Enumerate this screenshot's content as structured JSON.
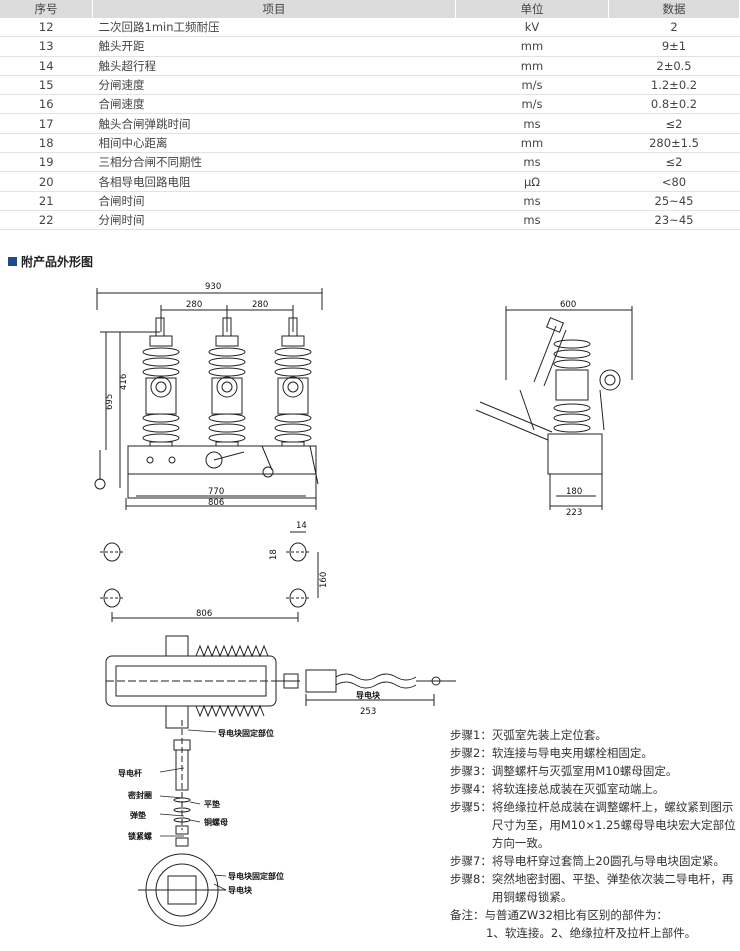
{
  "table": {
    "headers": [
      "序号",
      "项目",
      "单位",
      "数据"
    ],
    "rows": [
      [
        "12",
        "二次回路1min工频耐压",
        "kV",
        "2"
      ],
      [
        "13",
        "触头开距",
        "mm",
        "9±1"
      ],
      [
        "14",
        "触头超行程",
        "mm",
        "2±0.5"
      ],
      [
        "15",
        "分闸速度",
        "m/s",
        "1.2±0.2"
      ],
      [
        "16",
        "合闸速度",
        "m/s",
        "0.8±0.2"
      ],
      [
        "17",
        "触头合闸弹跳时间",
        "ms",
        "≤2"
      ],
      [
        "18",
        "相间中心距离",
        "mm",
        "280±1.5"
      ],
      [
        "19",
        "三相分合闸不同期性",
        "ms",
        "≤2"
      ],
      [
        "20",
        "各相导电回路电阻",
        "μΩ",
        "<80"
      ],
      [
        "21",
        "合闸时间",
        "ms",
        "25~45"
      ],
      [
        "22",
        "分闸时间",
        "ms",
        "23~45"
      ]
    ]
  },
  "section_title": "附产品外形图",
  "drawing": {
    "dims": {
      "d930": "930",
      "d280a": "280",
      "d280b": "280",
      "d416": "416",
      "d695": "695",
      "d770": "770",
      "d806a": "806",
      "d600": "600",
      "d180": "180",
      "d223": "223",
      "d14": "14",
      "d18": "18",
      "d160": "160",
      "d806b": "806",
      "d253": "253"
    },
    "parts": {
      "conductor_block_top": "导电块",
      "fixed_position": "导电块固定部位",
      "conductor_rod": "导电杆",
      "sealing_ring": "密封圈",
      "flat_washer": "平垫",
      "spring_washer": "弹垫",
      "copper_nut": "铜螺母",
      "lock_nut": "锁紧螺",
      "fixed_position_2": "导电块固定部位",
      "conductor_block_bottom": "导电块"
    }
  },
  "steps": [
    {
      "k": "步骤1：",
      "v": "灭弧室先装上定位套。"
    },
    {
      "k": "步骤2：",
      "v": "软连接与导电夹用螺栓相固定。"
    },
    {
      "k": "步骤3：",
      "v": "调整螺杆与灭弧室用M10螺母固定。"
    },
    {
      "k": "步骤4：",
      "v": "将软连接总成装在灭弧室动端上。"
    },
    {
      "k": "步骤5：",
      "v": "将绝缘拉杆总成装在调整螺杆上，螺纹紧到图示尺寸为至，用M10×1.25螺母导电块宏大定部位方向一致。"
    },
    {
      "k": "步骤7：",
      "v": "将导电杆穿过套筒上20圆孔与导电块固定紧。"
    },
    {
      "k": "步骤8：",
      "v": "突然地密封圈、平垫、弹垫依次装二导电杆，再用铜螺母锁紧。"
    },
    {
      "k": "备注：",
      "v": "与普通ZW32相比有区别的部件为："
    },
    {
      "k": "",
      "v": "1、软连接。2、绝缘拉杆及拉杆上部件。"
    }
  ]
}
